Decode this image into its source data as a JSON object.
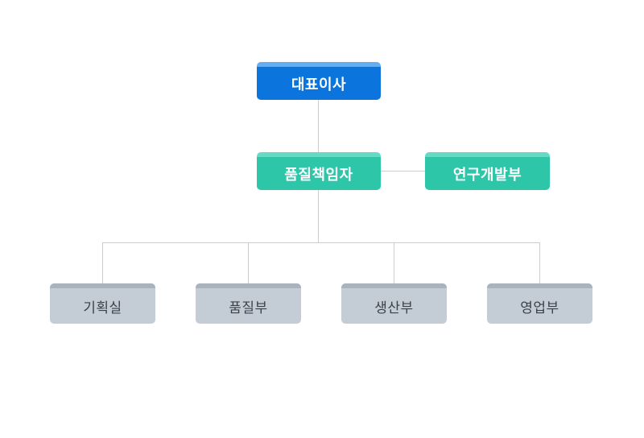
{
  "diagram": {
    "type": "org-chart",
    "nodes": {
      "ceo": {
        "label": "대표이사",
        "level": 1,
        "style": "blue"
      },
      "quality_manager": {
        "label": "품질책임자",
        "level": 2,
        "style": "teal"
      },
      "rnd_dept": {
        "label": "연구개발부",
        "level": 2,
        "style": "teal"
      },
      "planning_office": {
        "label": "기획실",
        "level": 3,
        "style": "gray"
      },
      "quality_dept": {
        "label": "품질부",
        "level": 3,
        "style": "gray"
      },
      "production_dept": {
        "label": "생산부",
        "level": 3,
        "style": "gray"
      },
      "sales_dept": {
        "label": "영업부",
        "level": 3,
        "style": "gray"
      }
    },
    "edges": [
      [
        "ceo",
        "quality_manager"
      ],
      [
        "quality_manager",
        "rnd_dept"
      ],
      [
        "quality_manager",
        "planning_office"
      ],
      [
        "quality_manager",
        "quality_dept"
      ],
      [
        "quality_manager",
        "production_dept"
      ],
      [
        "quality_manager",
        "sales_dept"
      ]
    ]
  },
  "colors": {
    "background": "#ffffff",
    "connector": "#cccccc",
    "node-blue": "#0b74dd",
    "node-blue-top": "#63aef2",
    "node-teal": "#2ec6a8",
    "node-teal-top": "#63dcc6",
    "node-gray": "#c4cdd6",
    "node-gray-top": "#a9b3bd",
    "node-text-light": "#ffffff",
    "node-text-dark": "#3b4146"
  }
}
